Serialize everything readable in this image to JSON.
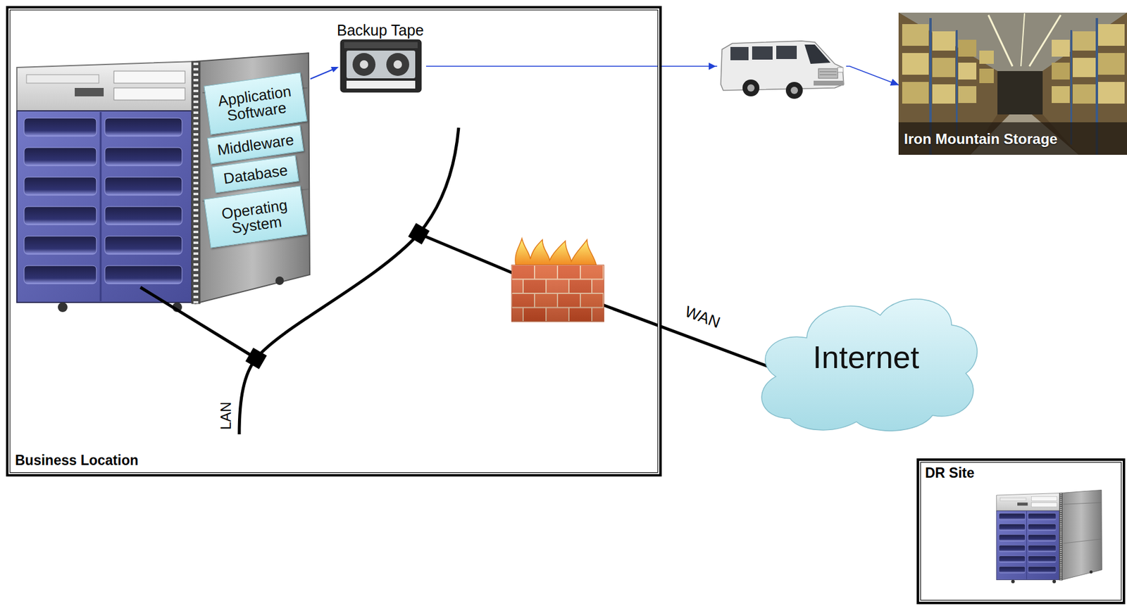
{
  "diagram": {
    "nodes": [
      {
        "text": [
          "Business Location"
        ]
      },
      {
        "text": [
          "Application Software"
        ],
        "in": 0
      },
      {
        "text": [
          "Middleware"
        ],
        "in": 0
      },
      {
        "text": [
          "Database"
        ],
        "in": 0
      },
      {
        "text": [
          "Operating System"
        ],
        "in": 0
      },
      {
        "text": [
          "Backup Tape"
        ],
        "in": 0
      },
      {
        "text": [
          "Iron Mountain Storage"
        ]
      },
      {
        "text": [
          "Internet"
        ]
      },
      {
        "text": [
          "DR Site"
        ]
      }
    ],
    "edges": [
      {
        "from": 5,
        "to": 6,
        "arrow": "to"
      }
    ],
    "labels": [
      "LAN",
      "WAN"
    ]
  }
}
